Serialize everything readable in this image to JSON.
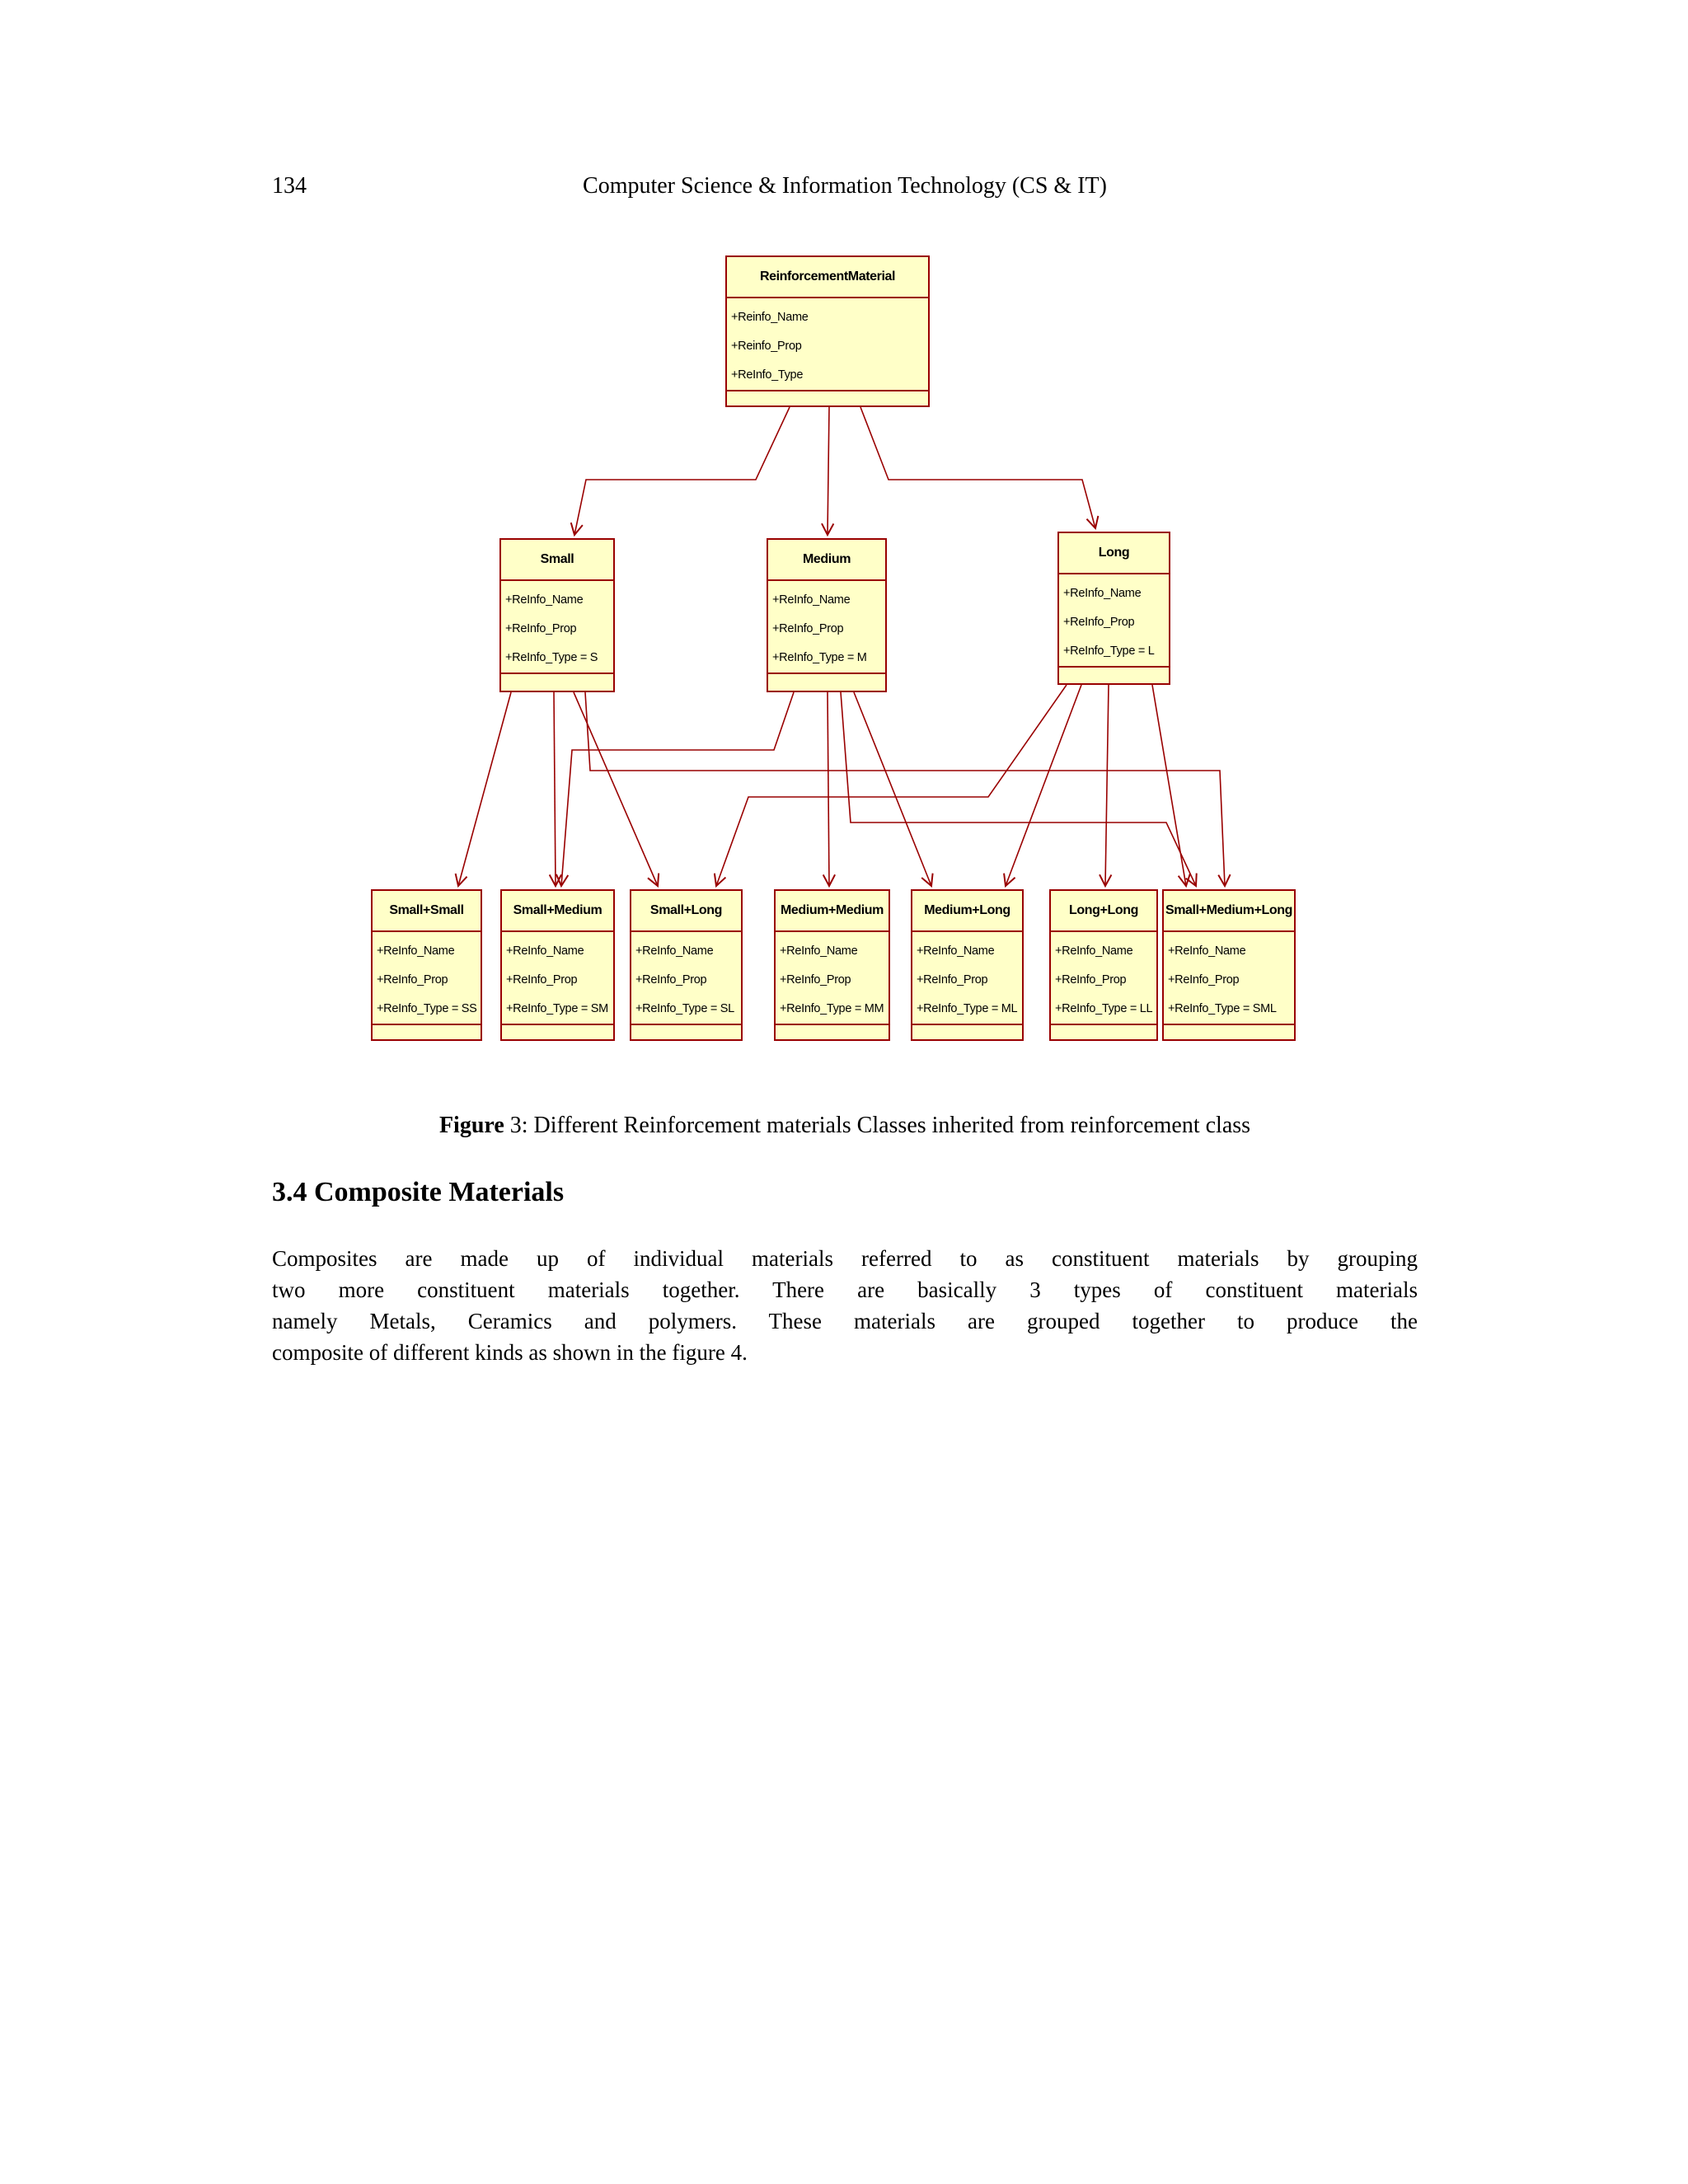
{
  "page": {
    "number": "134",
    "running_title": "Computer Science & Information Technology (CS & IT)"
  },
  "diagram": {
    "colors": {
      "box_fill": "#FFFFC8",
      "box_border": "#990000",
      "connector": "#990000"
    },
    "classes": [
      {
        "name": "ReinforcementMaterial",
        "attrs": [
          "+Reinfo_Name",
          "+Reinfo_Prop",
          "+ReInfo_Type"
        ]
      },
      {
        "name": "Small",
        "attrs": [
          "+ReInfo_Name",
          "+ReInfo_Prop",
          "+ReInfo_Type = S"
        ]
      },
      {
        "name": "Medium",
        "attrs": [
          "+ReInfo_Name",
          "+ReInfo_Prop",
          "+ReInfo_Type = M"
        ]
      },
      {
        "name": "Long",
        "attrs": [
          "+ReInfo_Name",
          "+ReInfo_Prop",
          "+ReInfo_Type = L"
        ]
      },
      {
        "name": "Small+Small",
        "attrs": [
          "+ReInfo_Name",
          "+ReInfo_Prop",
          "+ReInfo_Type = SS"
        ]
      },
      {
        "name": "Small+Medium",
        "attrs": [
          "+ReInfo_Name",
          "+ReInfo_Prop",
          "+ReInfo_Type = SM"
        ]
      },
      {
        "name": "Small+Long",
        "attrs": [
          "+ReInfo_Name",
          "+ReInfo_Prop",
          "+ReInfo_Type = SL"
        ]
      },
      {
        "name": "Medium+Medium",
        "attrs": [
          "+ReInfo_Name",
          "+ReInfo_Prop",
          "+ReInfo_Type = MM"
        ]
      },
      {
        "name": "Medium+Long",
        "attrs": [
          "+ReInfo_Name",
          "+ReInfo_Prop",
          "+ReInfo_Type = ML"
        ]
      },
      {
        "name": "Long+Long",
        "attrs": [
          "+ReInfo_Name",
          "+ReInfo_Prop",
          "+ReInfo_Type = LL"
        ]
      },
      {
        "name": "Small+Medium+Long",
        "attrs": [
          "+ReInfo_Name",
          "+ReInfo_Prop",
          "+ReInfo_Type = SML"
        ]
      }
    ],
    "relationships": [
      {
        "parent": "ReinforcementMaterial",
        "child": "Small"
      },
      {
        "parent": "ReinforcementMaterial",
        "child": "Medium"
      },
      {
        "parent": "ReinforcementMaterial",
        "child": "Long"
      },
      {
        "parent": "Small",
        "child": "Small+Small"
      },
      {
        "parent": "Small",
        "child": "Small+Medium"
      },
      {
        "parent": "Small",
        "child": "Small+Long"
      },
      {
        "parent": "Small",
        "child": "Small+Medium+Long"
      },
      {
        "parent": "Medium",
        "child": "Small+Medium"
      },
      {
        "parent": "Medium",
        "child": "Medium+Medium"
      },
      {
        "parent": "Medium",
        "child": "Medium+Long"
      },
      {
        "parent": "Medium",
        "child": "Small+Medium+Long"
      },
      {
        "parent": "Long",
        "child": "Small+Long"
      },
      {
        "parent": "Long",
        "child": "Medium+Long"
      },
      {
        "parent": "Long",
        "child": "Long+Long"
      },
      {
        "parent": "Long",
        "child": "Small+Medium+Long"
      }
    ]
  },
  "caption": {
    "label": "Figure",
    "rest": " 3:  Different Reinforcement materials Classes inherited from reinforcement class"
  },
  "section": {
    "heading": "3.4 Composite Materials"
  },
  "paragraph": {
    "lines": [
      "Composites are made up of individual materials referred to as constituent materials by grouping",
      "two more constituent materials together. There are basically 3 types of constituent materials",
      "namely Metals, Ceramics and polymers. These materials are grouped together to produce the",
      "composite of different kinds as shown in the figure 4."
    ]
  }
}
